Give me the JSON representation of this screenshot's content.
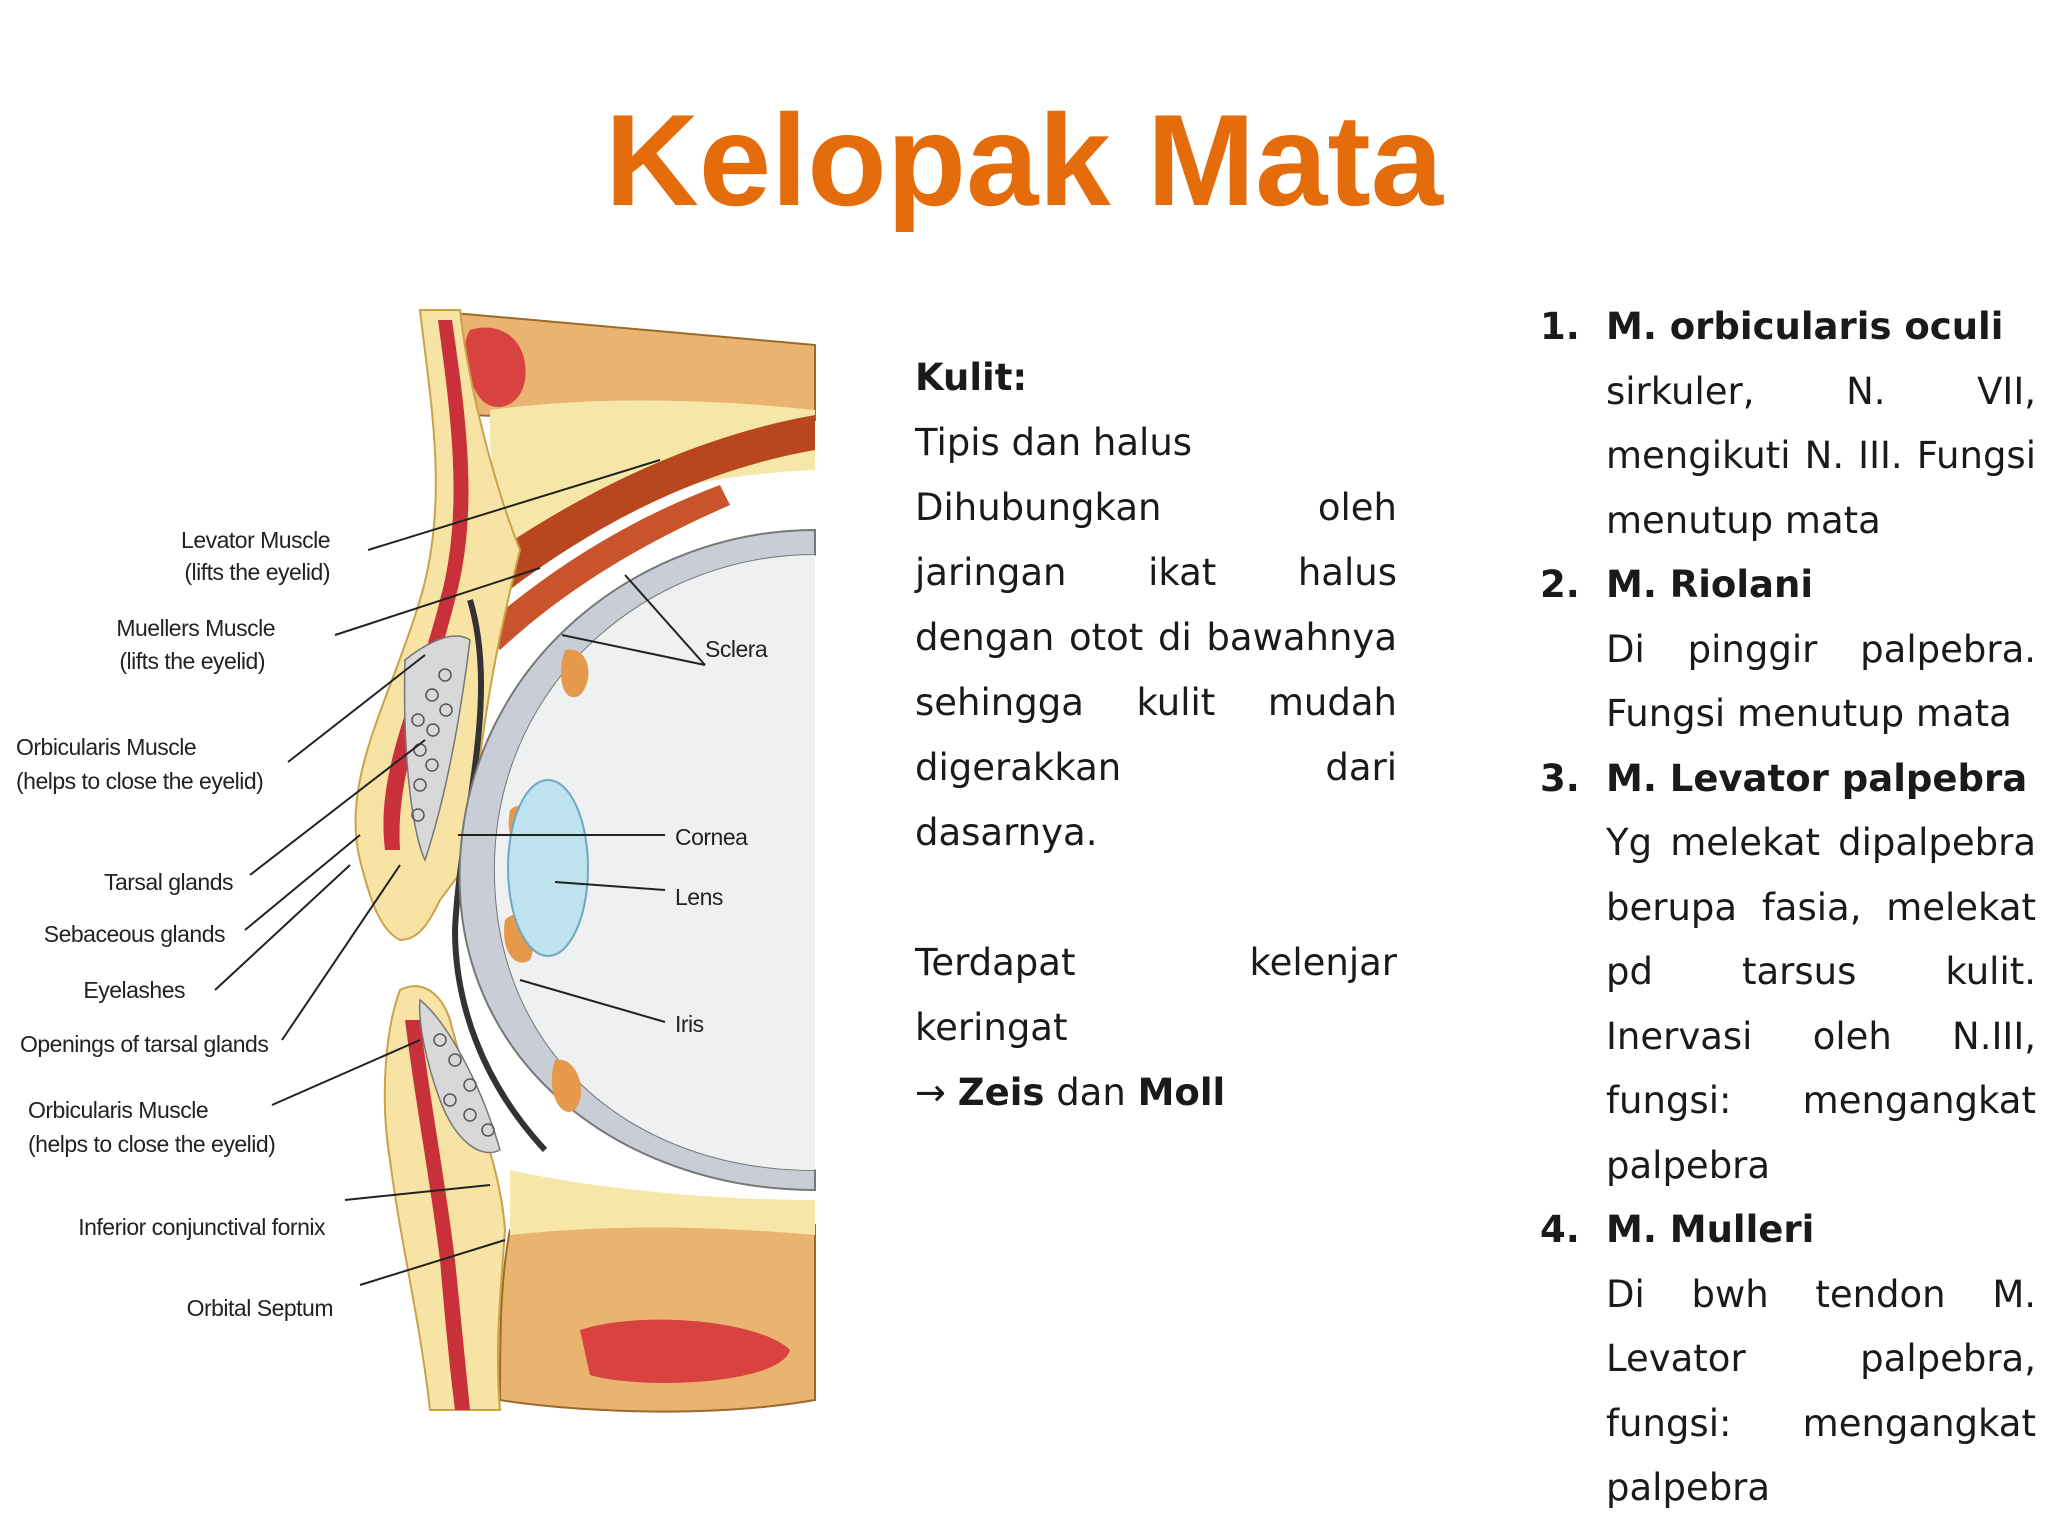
{
  "title": "Kelopak Mata",
  "diagram": {
    "labels": {
      "levator1": "Levator Muscle",
      "levator2": "(lifts the eyelid)",
      "muellers1": "Muellers Muscle",
      "muellers2": "(lifts the eyelid)",
      "orbic_top1": "Orbicularis Muscle",
      "orbic_top2": "(helps to close the eyelid)",
      "tarsal": "Tarsal glands",
      "sebaceous": "Sebaceous glands",
      "eyelashes": "Eyelashes",
      "openings": "Openings of tarsal glands",
      "orbic_bot1": "Orbicularis Muscle",
      "orbic_bot2": "(helps to close the eyelid)",
      "fornix": "Inferior conjunctival fornix",
      "septum": "Orbital Septum",
      "sclera": "Sclera",
      "cornea": "Cornea",
      "lens": "Lens",
      "iris": "Iris"
    }
  },
  "kulit": {
    "heading": "Kulit:",
    "line1": "Tipis dan halus",
    "para": "Dihubungkan oleh jaringan ikat halus dengan otot di bawahnya sehingga kulit mudah digerakkan dari dasarnya.",
    "kelenjar": "Terdapat kelenjar keringat",
    "arrow": "→",
    "zeis": "Zeis",
    "dan": "dan",
    "moll": "Moll"
  },
  "muscles": [
    {
      "num": "1.",
      "title": "M. orbicularis oculi",
      "desc": "sirkuler, N. VII, mengikuti N. III. Fungsi menutup mata"
    },
    {
      "num": "2.",
      "title": "M. Riolani",
      "desc": "Di pinggir palpebra. Fungsi menutup mata"
    },
    {
      "num": "3.",
      "title": "M. Levator palpebra",
      "desc": "Yg melekat dipalpebra berupa fasia, melekat pd tarsus kulit. Inervasi oleh N.III, fungsi: mengangkat palpebra"
    },
    {
      "num": "4.",
      "title": "M. Mulleri",
      "desc": "Di bwh tendon M. Levator palpebra, fungsi: mengangkat palpebra"
    }
  ],
  "colors": {
    "title": "#E46C0A",
    "skin": "#F7E3A4",
    "muscle_red": "#C8313A",
    "bone": "#E9B470",
    "sclera": "#C9CED6",
    "lens": "#BFE3EE"
  }
}
